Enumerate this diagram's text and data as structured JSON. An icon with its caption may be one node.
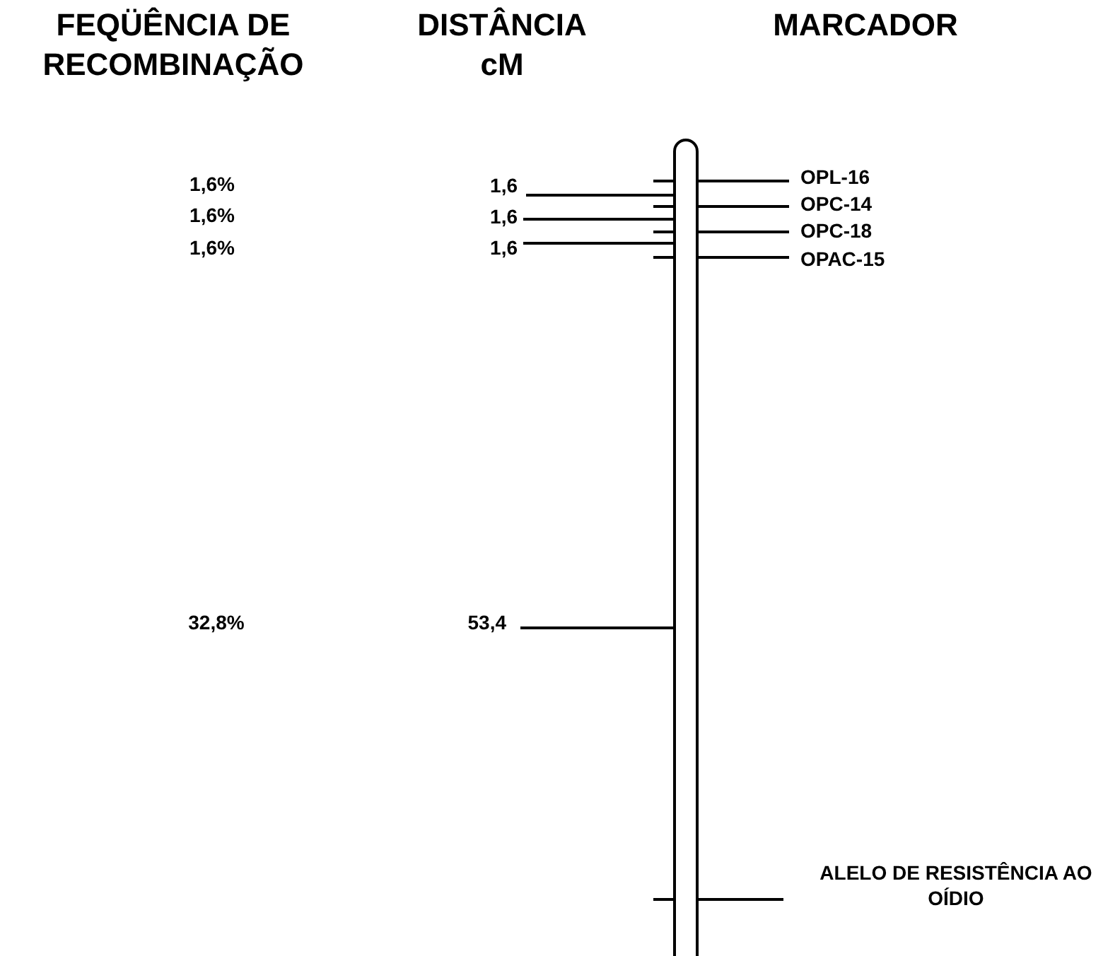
{
  "diagram": {
    "nodes": [
      {
        "text": [],
        "shape": "bar"
      },
      {
        "text": [
          "OPL-16"
        ]
      },
      {
        "text": [
          "OPC-14"
        ]
      },
      {
        "text": [
          "OPC-18"
        ]
      },
      {
        "text": [
          "OPAC-15"
        ]
      },
      {
        "text": [
          "ALELO DE RESISTÊNCIA AO OÍDIO"
        ]
      },
      {
        "text": [
          "1,6"
        ]
      },
      {
        "text": [
          "1,6"
        ]
      },
      {
        "text": [
          "1,6"
        ]
      },
      {
        "text": [
          "53,4"
        ]
      }
    ],
    "edges": [
      {
        "from": 1,
        "to": 0,
        "arrow": "none"
      },
      {
        "from": 2,
        "to": 0,
        "arrow": "none"
      },
      {
        "from": 3,
        "to": 0,
        "arrow": "none"
      },
      {
        "from": 4,
        "to": 0,
        "arrow": "none"
      },
      {
        "from": 5,
        "to": 0,
        "arrow": "none"
      },
      {
        "from": 6,
        "to": 0,
        "arrow": "none"
      },
      {
        "from": 7,
        "to": 0,
        "arrow": "none"
      },
      {
        "from": 8,
        "to": 0,
        "arrow": "none"
      },
      {
        "from": 9,
        "to": 0,
        "arrow": "none"
      }
    ],
    "labels": [
      "FEQÜÊNCIA DE RECOMBINAÇÃO",
      "DISTÂNCIA cM",
      "MARCADOR",
      "1,6%",
      "1,6%",
      "1,6%",
      "32,8%"
    ]
  }
}
